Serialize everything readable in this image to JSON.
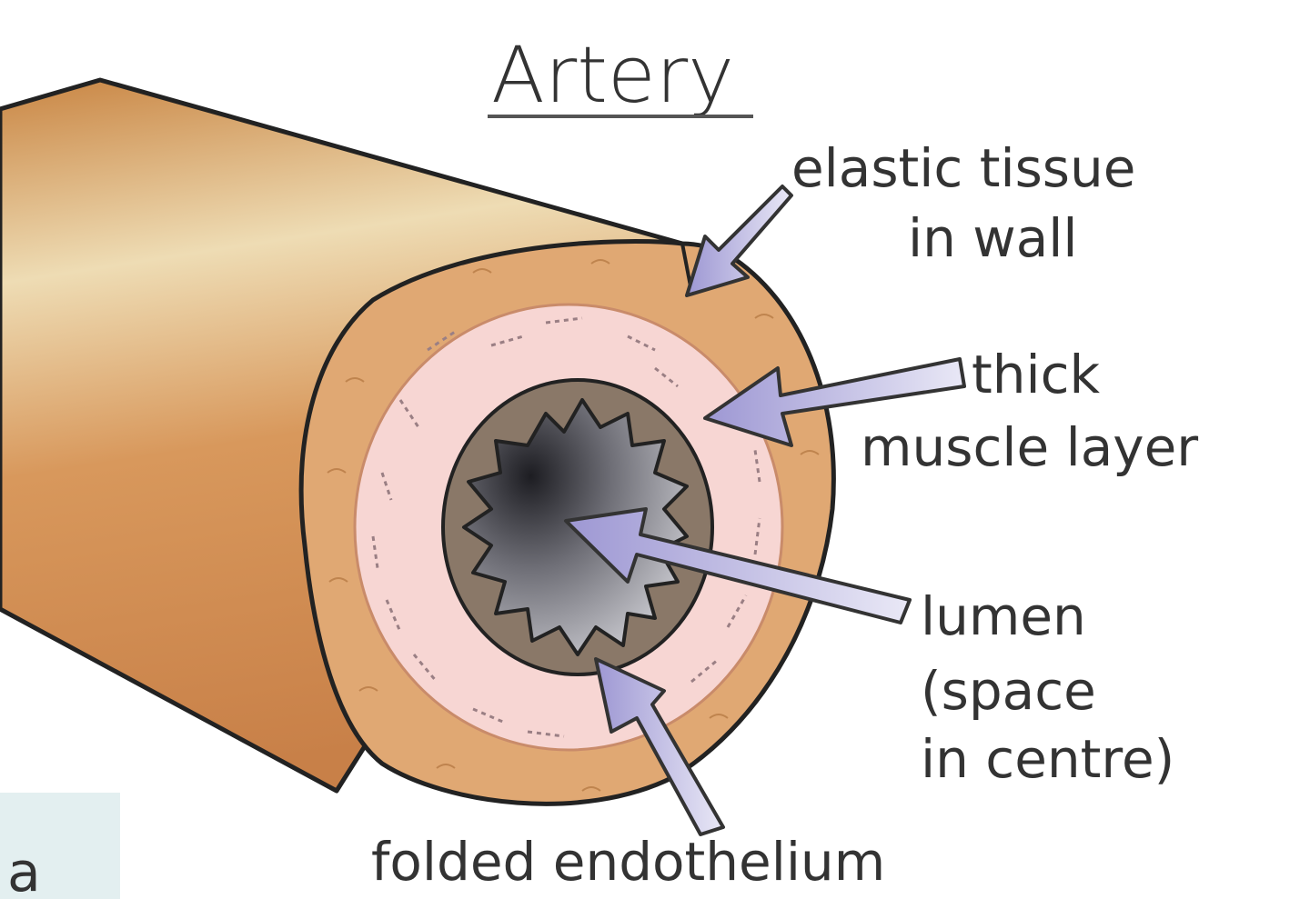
{
  "title": "Artery",
  "labels": {
    "elastic_line1": "elastic tissue",
    "elastic_line2": "in wall",
    "muscle_line1": "thick",
    "muscle_line2": "muscle layer",
    "lumen_line1": "lumen",
    "lumen_line2": "(space",
    "lumen_line3": "in centre)",
    "endothelium": "folded endothelium"
  },
  "corner_text": "a",
  "colors": {
    "outer_wall": "#e0a873",
    "tube_body": "#d39055",
    "muscle": "#f7d6d3",
    "endothelium_ring": "#8a7868",
    "lumen": "#7a7a82",
    "arrow_fill": "#a9a3d8",
    "outline": "#222222"
  }
}
